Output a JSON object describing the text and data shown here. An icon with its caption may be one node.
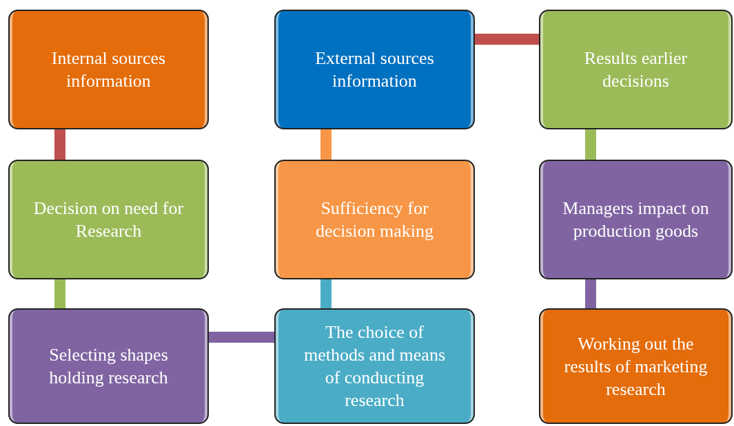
{
  "diagram": {
    "nodes": [
      {
        "text": [
          "Internal sources information"
        ]
      },
      {
        "text": [
          "Decision on need for Research"
        ]
      },
      {
        "text": [
          "Selecting shapes holding research"
        ]
      },
      {
        "text": [
          "The choice of methods and means of conducting research"
        ]
      },
      {
        "text": [
          "Sufficiency for decision making"
        ]
      },
      {
        "text": [
          "External sources information"
        ]
      },
      {
        "text": [
          "Results earlier decisions"
        ]
      },
      {
        "text": [
          "Managers impact on production goods"
        ]
      },
      {
        "text": [
          "Working out the results of marketing research"
        ]
      }
    ],
    "edges": [
      {
        "from": 0,
        "to": 1,
        "arrow": "none",
        "color": "#c0504d"
      },
      {
        "from": 1,
        "to": 2,
        "arrow": "none",
        "color": "#9bbb59"
      },
      {
        "from": 2,
        "to": 3,
        "arrow": "none",
        "color": "#8064a2"
      },
      {
        "from": 3,
        "to": 4,
        "arrow": "none",
        "color": "#4bacc6"
      },
      {
        "from": 4,
        "to": 5,
        "arrow": "none",
        "color": "#f79646"
      },
      {
        "from": 5,
        "to": 6,
        "arrow": "none",
        "color": "#c0504d"
      },
      {
        "from": 6,
        "to": 7,
        "arrow": "none",
        "color": "#9bbb59"
      },
      {
        "from": 7,
        "to": 8,
        "arrow": "none",
        "color": "#8064a2"
      }
    ]
  }
}
